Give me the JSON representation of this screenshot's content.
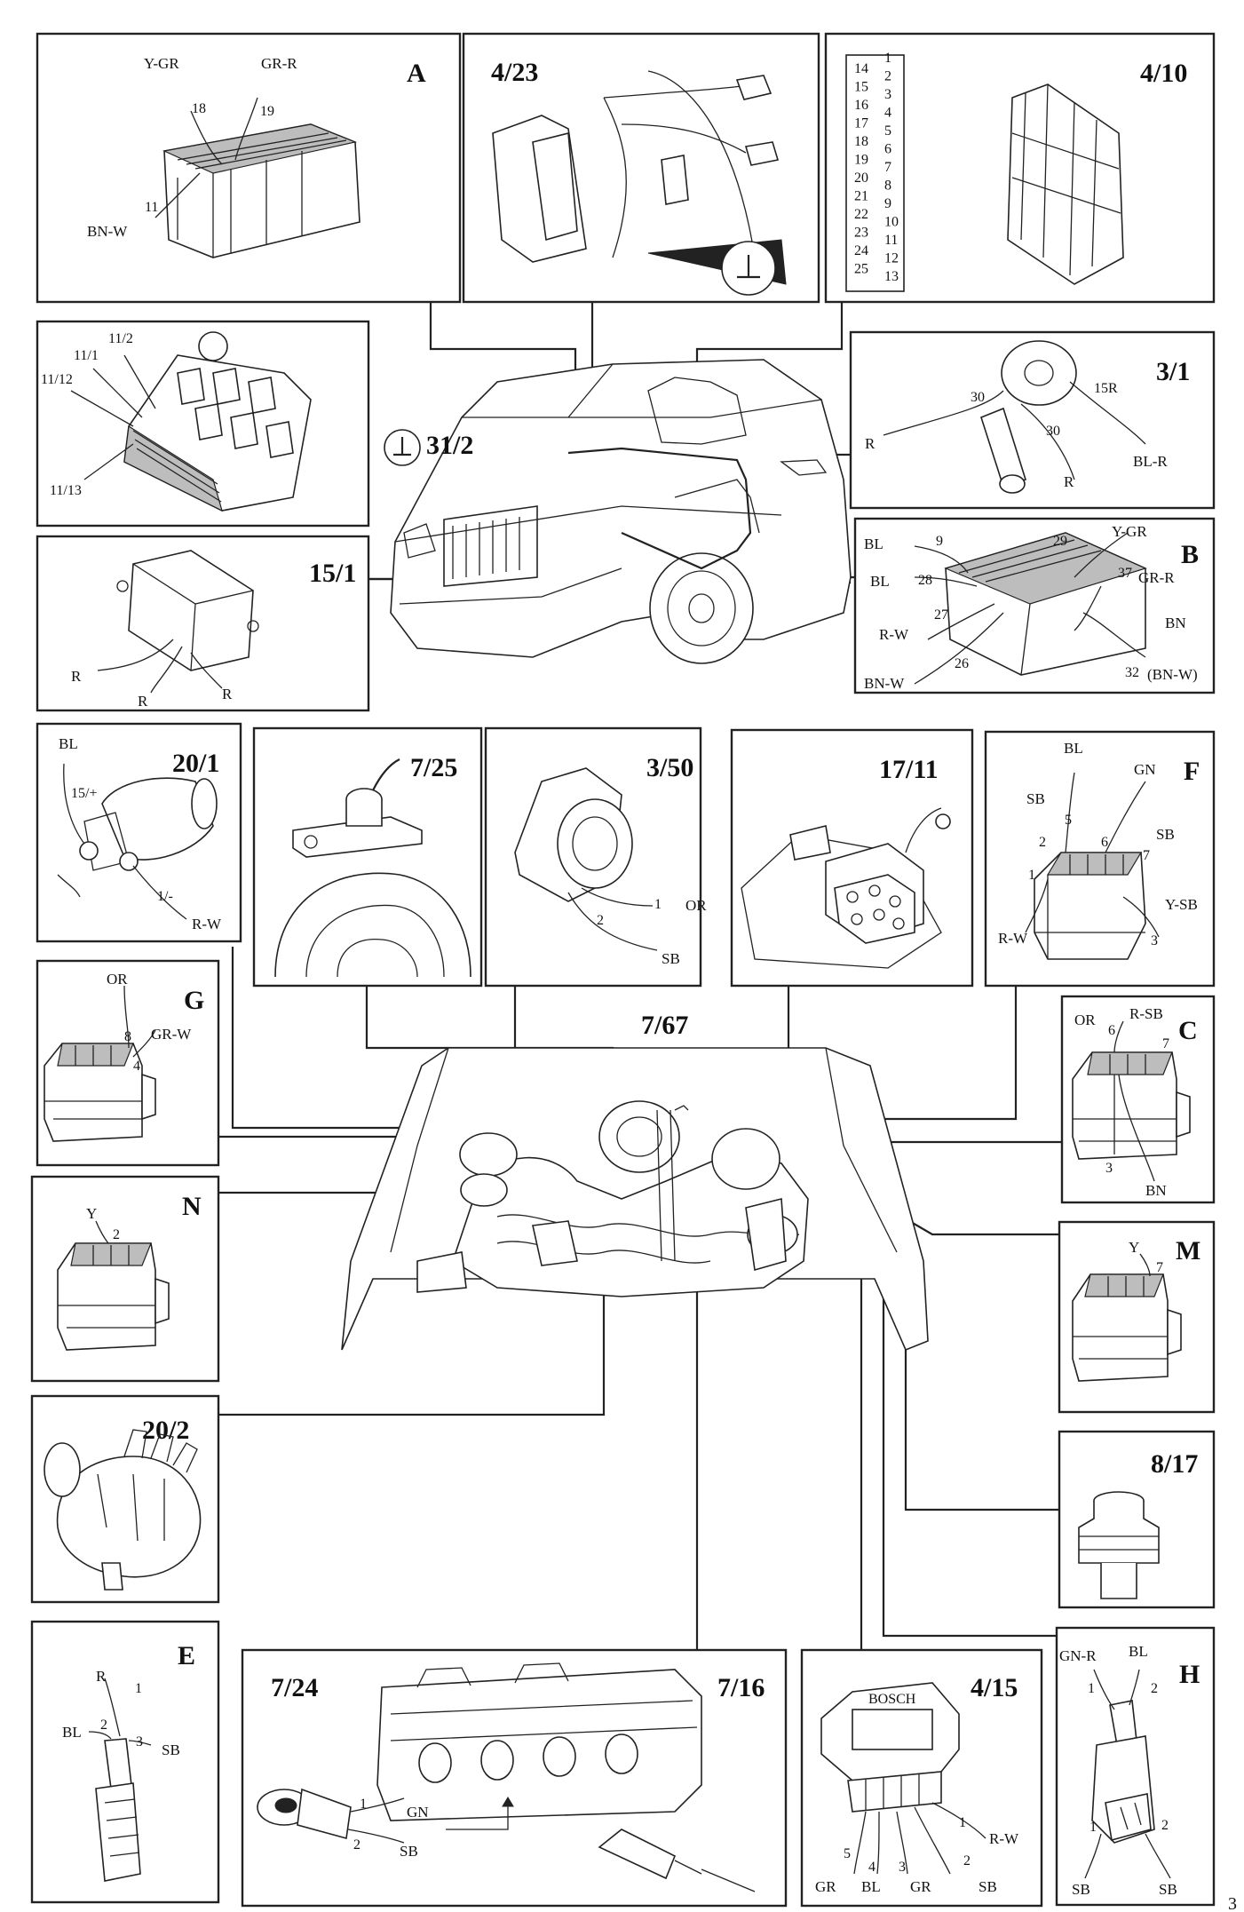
{
  "page_number": "3",
  "car_title": "31/2",
  "engine_title": "7/67",
  "panels": {
    "A": {
      "title": "A",
      "labels": [
        "Y-GR",
        "GR-R",
        "18",
        "19",
        "11",
        "BN-W"
      ]
    },
    "p423": {
      "title": "4/23"
    },
    "p410": {
      "title": "4/10",
      "pins_left": [
        "14",
        "15",
        "16",
        "17",
        "18",
        "19",
        "20",
        "21",
        "22",
        "23",
        "24",
        "25"
      ],
      "pins_right": [
        "1",
        "2",
        "3",
        "4",
        "5",
        "6",
        "7",
        "8",
        "9",
        "10",
        "11",
        "12",
        "13"
      ]
    },
    "p111": {
      "labels": [
        "11/2",
        "11/1",
        "11/12",
        "11/13"
      ]
    },
    "p31": {
      "title": "3/1",
      "labels": [
        "30",
        "15R",
        "30",
        "R",
        "BL-R",
        "R"
      ]
    },
    "p151": {
      "title": "15/1",
      "labels": [
        "R",
        "R",
        "R"
      ]
    },
    "B": {
      "title": "B",
      "labels": [
        "BL",
        "9",
        "29",
        "Y-GR",
        "BL",
        "28",
        "37",
        "GR-R",
        "27",
        "R-W",
        "BN",
        "26",
        "BN-W",
        "32",
        "(BN-W)"
      ]
    },
    "p201": {
      "title": "20/1",
      "labels": [
        "BL",
        "15/+",
        "1/-",
        "R-W"
      ]
    },
    "p725": {
      "title": "7/25"
    },
    "p350": {
      "title": "3/50",
      "labels": [
        "1",
        "OR",
        "2",
        "SB"
      ]
    },
    "p1711": {
      "title": "17/11"
    },
    "F": {
      "title": "F",
      "labels": [
        "BL",
        "GN",
        "SB",
        "5",
        "2",
        "6",
        "SB",
        "7",
        "1",
        "Y-SB",
        "R-W",
        "3"
      ]
    },
    "G": {
      "title": "G",
      "labels": [
        "OR",
        "8",
        "GR-W",
        "4"
      ]
    },
    "C": {
      "title": "C",
      "labels": [
        "OR",
        "R-SB",
        "6",
        "7",
        "3",
        "BN"
      ]
    },
    "N": {
      "title": "N",
      "labels": [
        "Y",
        "2"
      ]
    },
    "M": {
      "title": "M",
      "labels": [
        "Y",
        "7"
      ]
    },
    "p202": {
      "title": "20/2"
    },
    "p817": {
      "title": "8/17"
    },
    "E": {
      "title": "E",
      "labels": [
        "R",
        "1",
        "BL",
        "2",
        "3",
        "SB"
      ]
    },
    "p724": {
      "title": "7/24",
      "title2": "7/16",
      "labels": [
        "1",
        "GN",
        "2",
        "SB"
      ]
    },
    "p415": {
      "title": "4/15",
      "brand": "BOSCH",
      "labels": [
        "1",
        "R-W",
        "5",
        "4",
        "3",
        "2",
        "GR",
        "BL",
        "GR",
        "SB"
      ]
    },
    "H": {
      "title": "H",
      "labels": [
        "GN-R",
        "BL",
        "1",
        "2",
        "1",
        "2",
        "SB",
        "SB"
      ]
    }
  }
}
